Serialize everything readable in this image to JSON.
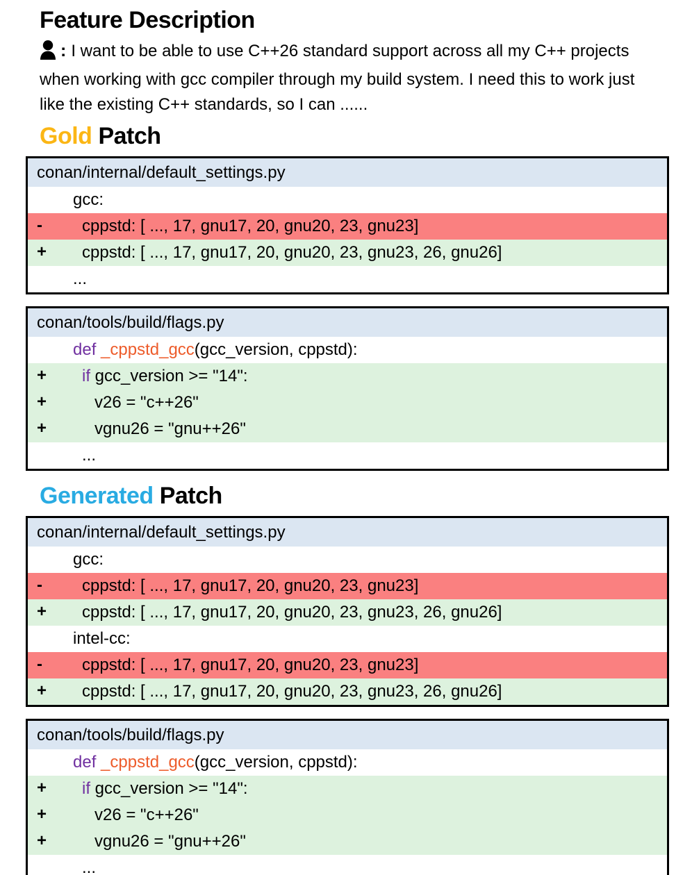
{
  "title": "Feature Description",
  "description": {
    "colon": ":",
    "text": "I want to be able to use C++26 standard support across all my C++ projects when working with gcc compiler through my build system. I need this to work just like the existing C++ standards, so I can ......"
  },
  "colors": {
    "gold": "#FBB615",
    "generated": "#29ABE2",
    "header_bg": "#DBE6F2",
    "del_bg": "#FA8080",
    "add_bg": "#DDF2DE",
    "keyword": "#7030A0",
    "function": "#ED5C2B",
    "border": "#000000"
  },
  "sections": [
    {
      "word": "Gold",
      "rest": "Patch",
      "color": "#FBB615",
      "boxes": [
        {
          "file": "conan/internal/default_settings.py",
          "rows": [
            {
              "type": "context",
              "indent": 1,
              "tokens": [
                {
                  "text": "gcc:"
                }
              ]
            },
            {
              "type": "del",
              "marker": "-",
              "indent": 2,
              "tokens": [
                {
                  "text": "cppstd: [ ..., 17, gnu17, 20, gnu20, 23, gnu23]"
                }
              ]
            },
            {
              "type": "add",
              "marker": "+",
              "indent": 2,
              "tokens": [
                {
                  "text": "cppstd: [ ..., 17, gnu17, 20, gnu20, 23, gnu23, 26, gnu26]"
                }
              ]
            },
            {
              "type": "context",
              "indent": 1,
              "tokens": [
                {
                  "text": "..."
                }
              ]
            }
          ]
        },
        {
          "file": "conan/tools/build/flags.py",
          "rows": [
            {
              "type": "context",
              "indent": 1,
              "tokens": [
                {
                  "text": "def ",
                  "style": "keyword"
                },
                {
                  "text": "_cppstd_gcc",
                  "style": "function"
                },
                {
                  "text": "(gcc_version, cppstd):"
                }
              ]
            },
            {
              "type": "add",
              "marker": "+",
              "indent": 2,
              "tokens": [
                {
                  "text": "if ",
                  "style": "keyword"
                },
                {
                  "text": "gcc_version >= \"14\":"
                }
              ]
            },
            {
              "type": "add",
              "marker": "+",
              "indent": 3,
              "tokens": [
                {
                  "text": "v26 = \"c++26\""
                }
              ]
            },
            {
              "type": "add",
              "marker": "+",
              "indent": 3,
              "tokens": [
                {
                  "text": "vgnu26 = \"gnu++26\""
                }
              ]
            },
            {
              "type": "context",
              "indent": 2,
              "tokens": [
                {
                  "text": "..."
                }
              ]
            }
          ]
        }
      ]
    },
    {
      "word": "Generated",
      "rest": "Patch",
      "color": "#29ABE2",
      "boxes": [
        {
          "file": "conan/internal/default_settings.py",
          "rows": [
            {
              "type": "context",
              "indent": 1,
              "tokens": [
                {
                  "text": "gcc:"
                }
              ]
            },
            {
              "type": "del",
              "marker": "-",
              "indent": 2,
              "tokens": [
                {
                  "text": "cppstd: [ ..., 17, gnu17, 20, gnu20, 23, gnu23]"
                }
              ]
            },
            {
              "type": "add",
              "marker": "+",
              "indent": 2,
              "tokens": [
                {
                  "text": "cppstd: [ ..., 17, gnu17, 20, gnu20, 23, gnu23, 26, gnu26]"
                }
              ]
            },
            {
              "type": "context",
              "indent": 1,
              "tokens": [
                {
                  "text": "intel-cc:"
                }
              ]
            },
            {
              "type": "del",
              "marker": "-",
              "indent": 2,
              "tokens": [
                {
                  "text": "cppstd: [ ..., 17, gnu17, 20, gnu20, 23, gnu23]"
                }
              ]
            },
            {
              "type": "add",
              "marker": "+",
              "indent": 2,
              "tokens": [
                {
                  "text": "cppstd: [ ..., 17, gnu17, 20, gnu20, 23, gnu23, 26, gnu26]"
                }
              ]
            }
          ]
        },
        {
          "file": "conan/tools/build/flags.py",
          "rows": [
            {
              "type": "context",
              "indent": 1,
              "tokens": [
                {
                  "text": "def ",
                  "style": "keyword"
                },
                {
                  "text": "_cppstd_gcc",
                  "style": "function"
                },
                {
                  "text": "(gcc_version, cppstd):"
                }
              ]
            },
            {
              "type": "add",
              "marker": "+",
              "indent": 2,
              "tokens": [
                {
                  "text": "if ",
                  "style": "keyword"
                },
                {
                  "text": "gcc_version >= \"14\":"
                }
              ]
            },
            {
              "type": "add",
              "marker": "+",
              "indent": 3,
              "tokens": [
                {
                  "text": "v26 = \"c++26\""
                }
              ]
            },
            {
              "type": "add",
              "marker": "+",
              "indent": 3,
              "tokens": [
                {
                  "text": "vgnu26 = \"gnu++26\""
                }
              ]
            },
            {
              "type": "context",
              "indent": 2,
              "tokens": [
                {
                  "text": "..."
                }
              ]
            }
          ]
        }
      ]
    }
  ]
}
